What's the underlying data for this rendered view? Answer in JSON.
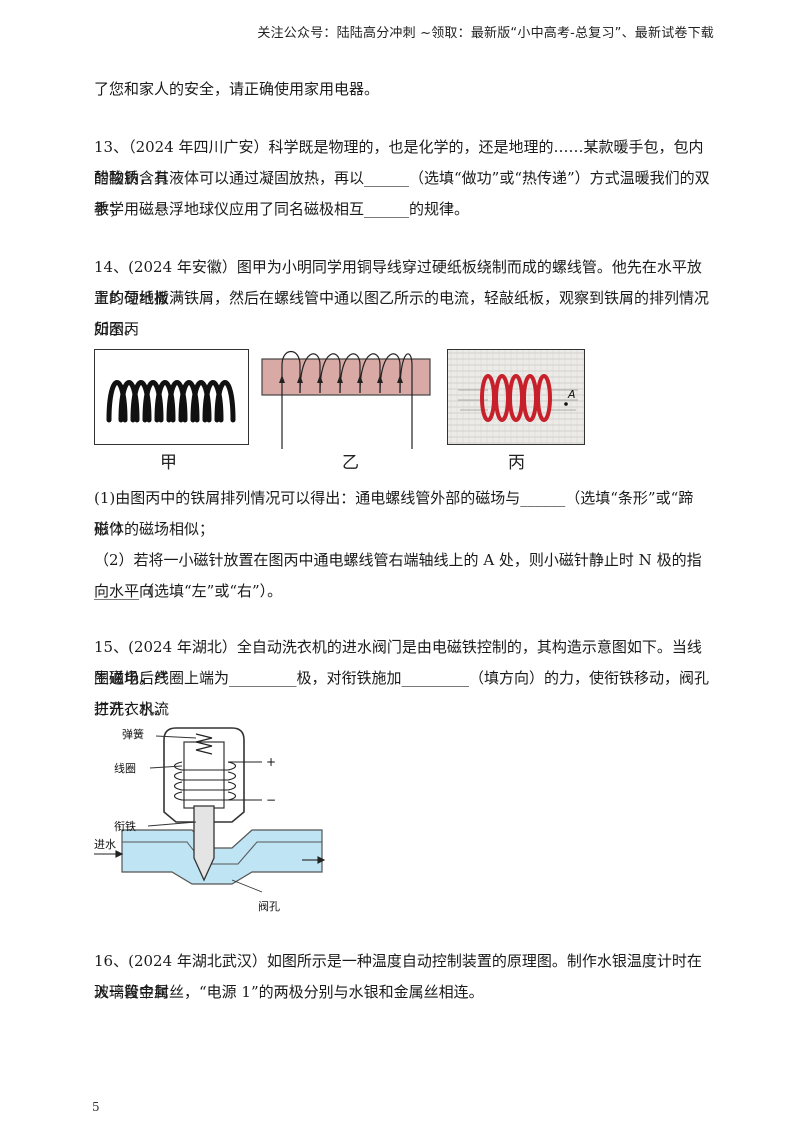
{
  "header": {
    "text": "关注公众号：陆陆高分冲刺  ~领取：最新版“小中高考-总复习”、最新试卷下载"
  },
  "intro": {
    "line": "了您和家人的安全，请正确使用家用电器。"
  },
  "q13": {
    "line1": "13、（2024 年四川广安）科学既是物理的，也是化学的，还是地理的……某款暖手包，包内的物质含有",
    "line2": "醋酸钠，其液体可以通过凝固放热，再以______（选填“做功”或“热传递”）方式温暖我们的双手；",
    "line3": "教学用磁悬浮地球仪应用了同名磁极相互______的规律。"
  },
  "q14": {
    "line1": "14、(2024 年安徽）图甲为小明同学用铜导线穿过硬纸板绕制而成的螺线管。他先在水平放置的硬纸板",
    "line2": "上均匀地撒满铁屑，然后在螺线管中通以图乙所示的电流，轻敲纸板，观察到铁屑的排列情况如图丙",
    "line3": "所示。",
    "caption_a": "甲",
    "caption_b": "乙",
    "caption_c": "丙",
    "point_label": "A",
    "sub1_line1": "(1)由图丙中的铁屑排列情况可以得出：通电螺线管外部的磁场与______（选填“条形”或“蹄形”）",
    "sub1_line2": "磁体的磁场相似；",
    "sub2_line1": "（2）若将一小磁针放置在图丙中通电螺线管右端轴线上的 A 处，则小磁针静止时 N 极的指向水平向",
    "sub2_line2": "______（选填“左”或“右”）。"
  },
  "q15": {
    "line1": "15、(2024 年湖北）全自动洗衣机的进水阀门是由电磁铁控制的，其构造示意图如下。当线圈通电后产",
    "line2": "生磁场，线圈上端为_________极，对衔铁施加_________（填方向）的力，使衔铁移动，阀孔打开，水流",
    "line3": "进洗衣机。",
    "labels": {
      "spring": "弹簧",
      "coil": "线圈",
      "armature": "衔铁",
      "inlet": "进水",
      "hole": "阀孔",
      "plus": "+",
      "minus": "−"
    }
  },
  "q16": {
    "line1": "16、(2024 年湖北武汉）如图所示是一种温度自动控制装置的原理图。制作水银温度计时在玻璃管中封",
    "line2": "入一段金属丝，“电源 1”的两极分别与水银和金属丝相连。"
  },
  "page_number": "5"
}
